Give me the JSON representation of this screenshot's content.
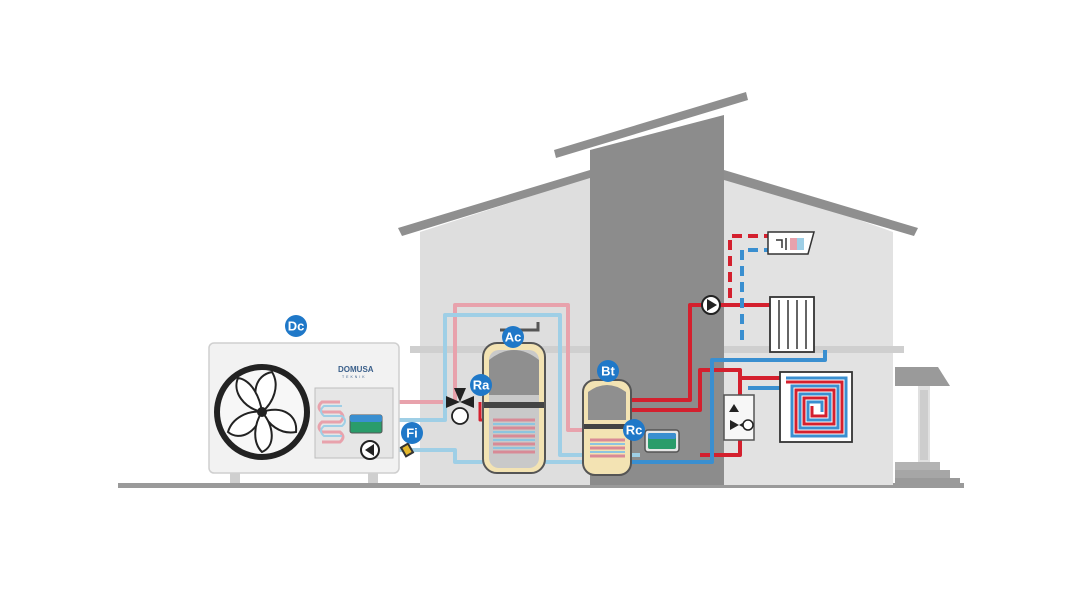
{
  "brand": {
    "name": "DOMUSA",
    "subtitle": "TEKNIK"
  },
  "labels": [
    {
      "id": "dc",
      "text": "Dc"
    },
    {
      "id": "ac",
      "text": "Ac"
    },
    {
      "id": "ra",
      "text": "Ra"
    },
    {
      "id": "bt",
      "text": "Bt"
    },
    {
      "id": "rc",
      "text": "Rc"
    },
    {
      "id": "fi",
      "text": "Fi"
    }
  ],
  "colors": {
    "hot": "#d4202e",
    "cold": "#3a8fd0",
    "hot_light": "#e8a2ac",
    "cold_light": "#9fcfe6",
    "label": "#1f78c8",
    "house": "#dcdcdc",
    "chimney": "#808080",
    "roof": "#8a8a8a",
    "ground": "#9a9a9a"
  }
}
